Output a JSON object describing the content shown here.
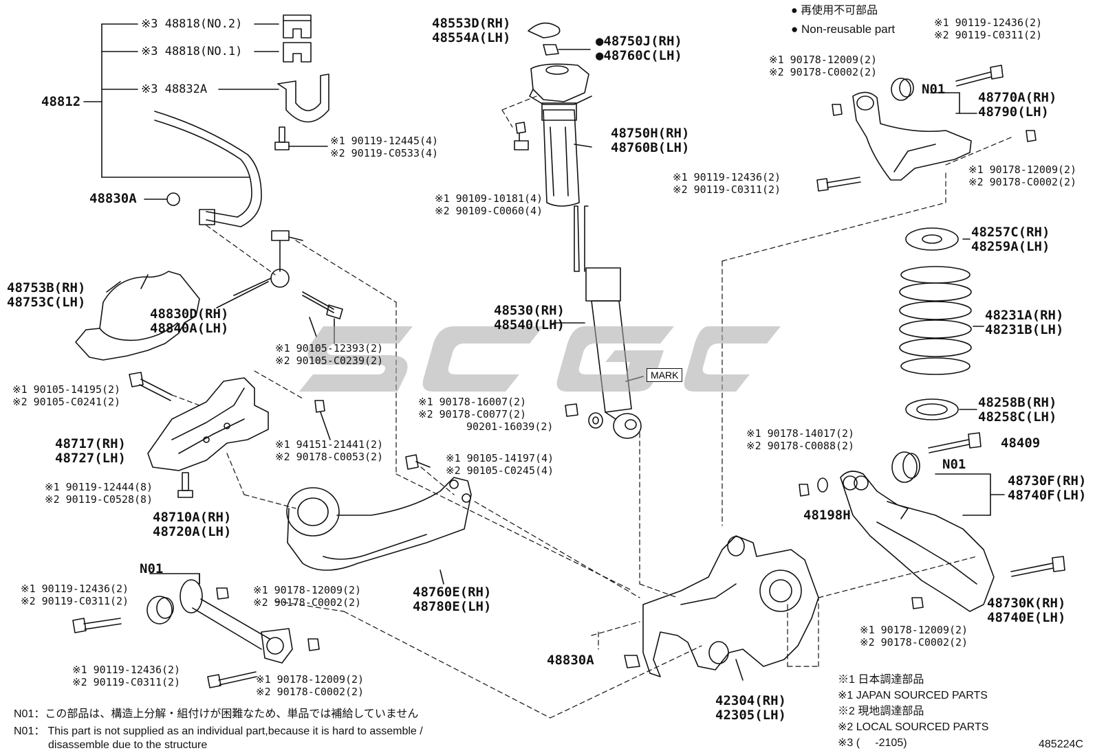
{
  "legend": {
    "nonreusable_jp": "再使用不可部品",
    "nonreusable_en": "Non-reusable part",
    "bullet": "●"
  },
  "stabilizer": {
    "group": "48812",
    "bushing_no2": "※3 48818(NO.2)",
    "bushing_no1": "※3 48818(NO.1)",
    "bracket": "※3 48832A",
    "bolt": [
      "※1 90119-12445(4)",
      "※2 90119-C0533(4)"
    ],
    "nut": "48830A",
    "link": [
      "48830D(RH)",
      "48840A(LH)"
    ],
    "link_bolt": [
      "※1 90105-12393(2)",
      "※2 90105-C0239(2)"
    ]
  },
  "cover": [
    "48753B(RH)",
    "48753C(LH)"
  ],
  "member_bracket": {
    "part": [
      "48717(RH)",
      "48727(LH)"
    ],
    "bolt_top": [
      "※1 90105-14195(2)",
      "※2 90105-C0241(2)"
    ],
    "nut": [
      "※1 94151-21441(2)",
      "※2 90178-C0053(2)"
    ],
    "bolt_bottom": [
      "※1 90119-12444(8)",
      "※2 90119-C0528(8)"
    ]
  },
  "toe_arm": {
    "part": [
      "48710A(RH)",
      "48720A(LH)"
    ],
    "n01": "N01",
    "bolt_left": [
      "※1 90119-12436(2)",
      "※2 90119-C0311(2)"
    ],
    "nut_top": [
      "※1 90178-12009(2)",
      "※2 90178-C0002(2)"
    ],
    "bolt_bottom": [
      "※1 90119-12436(2)",
      "※2 90119-C0311(2)"
    ],
    "nut_bottom": [
      "※1 90178-12009(2)",
      "※2 90178-C0002(2)"
    ]
  },
  "trailing_arm": {
    "bolt": [
      "※1 90105-14197(4)",
      "※2 90105-C0245(4)"
    ],
    "part": [
      "48760E(RH)",
      "48780E(LH)"
    ]
  },
  "shock": {
    "cap": [
      "48553D(RH)",
      "48554A(LH)"
    ],
    "nut": [
      "●48750J(RH)",
      "●48760C(LH)"
    ],
    "mount": [
      "48750H(RH)",
      "48760B(LH)"
    ],
    "mount_bolt": [
      "※1 90109-10181(4)",
      "※2 90109-C0060(4)"
    ],
    "absorber": [
      "48530(RH)",
      "48540(LH)"
    ],
    "mark": "MARK",
    "lower_nut": [
      "※1 90178-16007(2)",
      "※2 90178-C0077(2)"
    ],
    "washer": "90201-16039(2)"
  },
  "upper_arm": {
    "bolt_top": [
      "※1 90119-12436(2)",
      "※2 90119-C0311(2)"
    ],
    "nut_left": [
      "※1 90178-12009(2)",
      "※2 90178-C0002(2)"
    ],
    "n01": "N01",
    "part": [
      "48770A(RH)",
      "48790(LH)"
    ],
    "bolt_left": [
      "※1 90119-12436(2)",
      "※2 90119-C0311(2)"
    ],
    "nut_right": [
      "※1 90178-12009(2)",
      "※2 90178-C0002(2)"
    ]
  },
  "spring": {
    "upper_seat": [
      "48257C(RH)",
      "48259A(LH)"
    ],
    "coil": [
      "48231A(RH)",
      "48231B(LH)"
    ],
    "lower_seat": [
      "48258B(RH)",
      "48258C(LH)"
    ]
  },
  "lower_arm": {
    "nut": [
      "※1 90178-14017(2)",
      "※2 90178-C0088(2)"
    ],
    "bolt": "48409",
    "n01": "N01",
    "washer": "48198H",
    "part": [
      "48730F(RH)",
      "48740F(LH)"
    ],
    "bolt2": [
      "48730K(RH)",
      "48740E(LH)"
    ],
    "nut2": [
      "※1 90178-12009(2)",
      "※2 90178-C0002(2)"
    ]
  },
  "knuckle": {
    "nut": "48830A",
    "part": [
      "42304(RH)",
      "42305(LH)"
    ]
  },
  "sources": {
    "line1": "※1 日本調達部品",
    "line2": "※1 JAPAN SOURCED PARTS",
    "line3": "※2 現地調達部品",
    "line4": "※2 LOCAL SOURCED PARTS",
    "line5": "※3 (     -2105)"
  },
  "footnote": {
    "jp": "N01：この部品は、構造上分解・組付けが困難なため、単品では補給していません",
    "en1": "N01： This part is not supplied as an individual part,because it is hard to assemble /",
    "en2": "disassemble due to the structure"
  },
  "diagram_id": "485224C",
  "watermark": "SCGC"
}
